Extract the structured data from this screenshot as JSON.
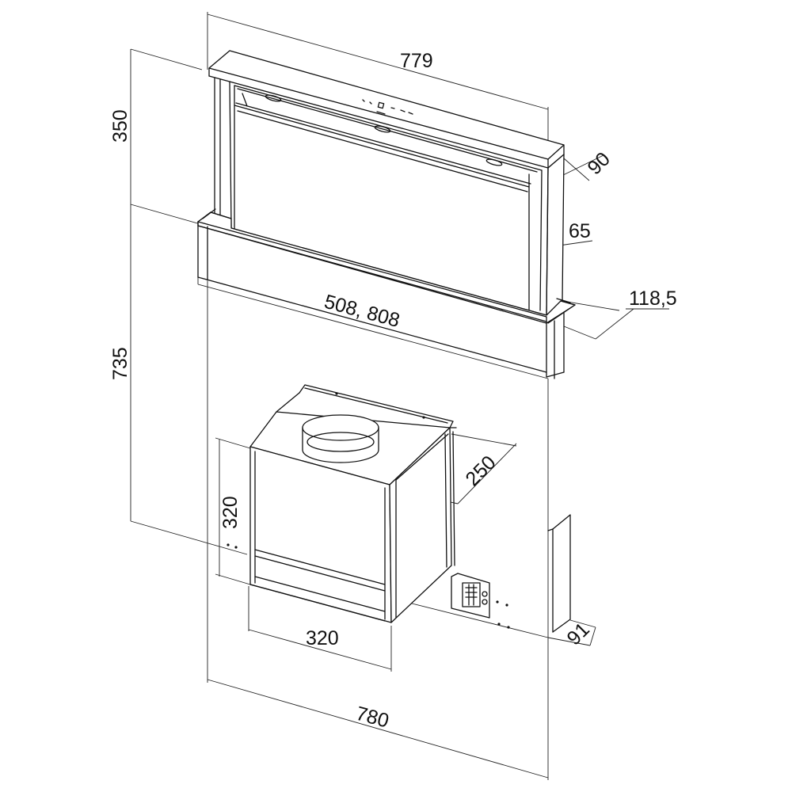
{
  "dimensions": {
    "top_width": "779",
    "top_height": "350",
    "top_depth": "90",
    "panel_thickness": "65",
    "lower_depth": "118,5",
    "panel_width": "508, 808",
    "total_height": "735",
    "motor_depth": "250",
    "motor_height": "320",
    "motor_width": "320",
    "base_depth": "91",
    "total_width": "780"
  }
}
